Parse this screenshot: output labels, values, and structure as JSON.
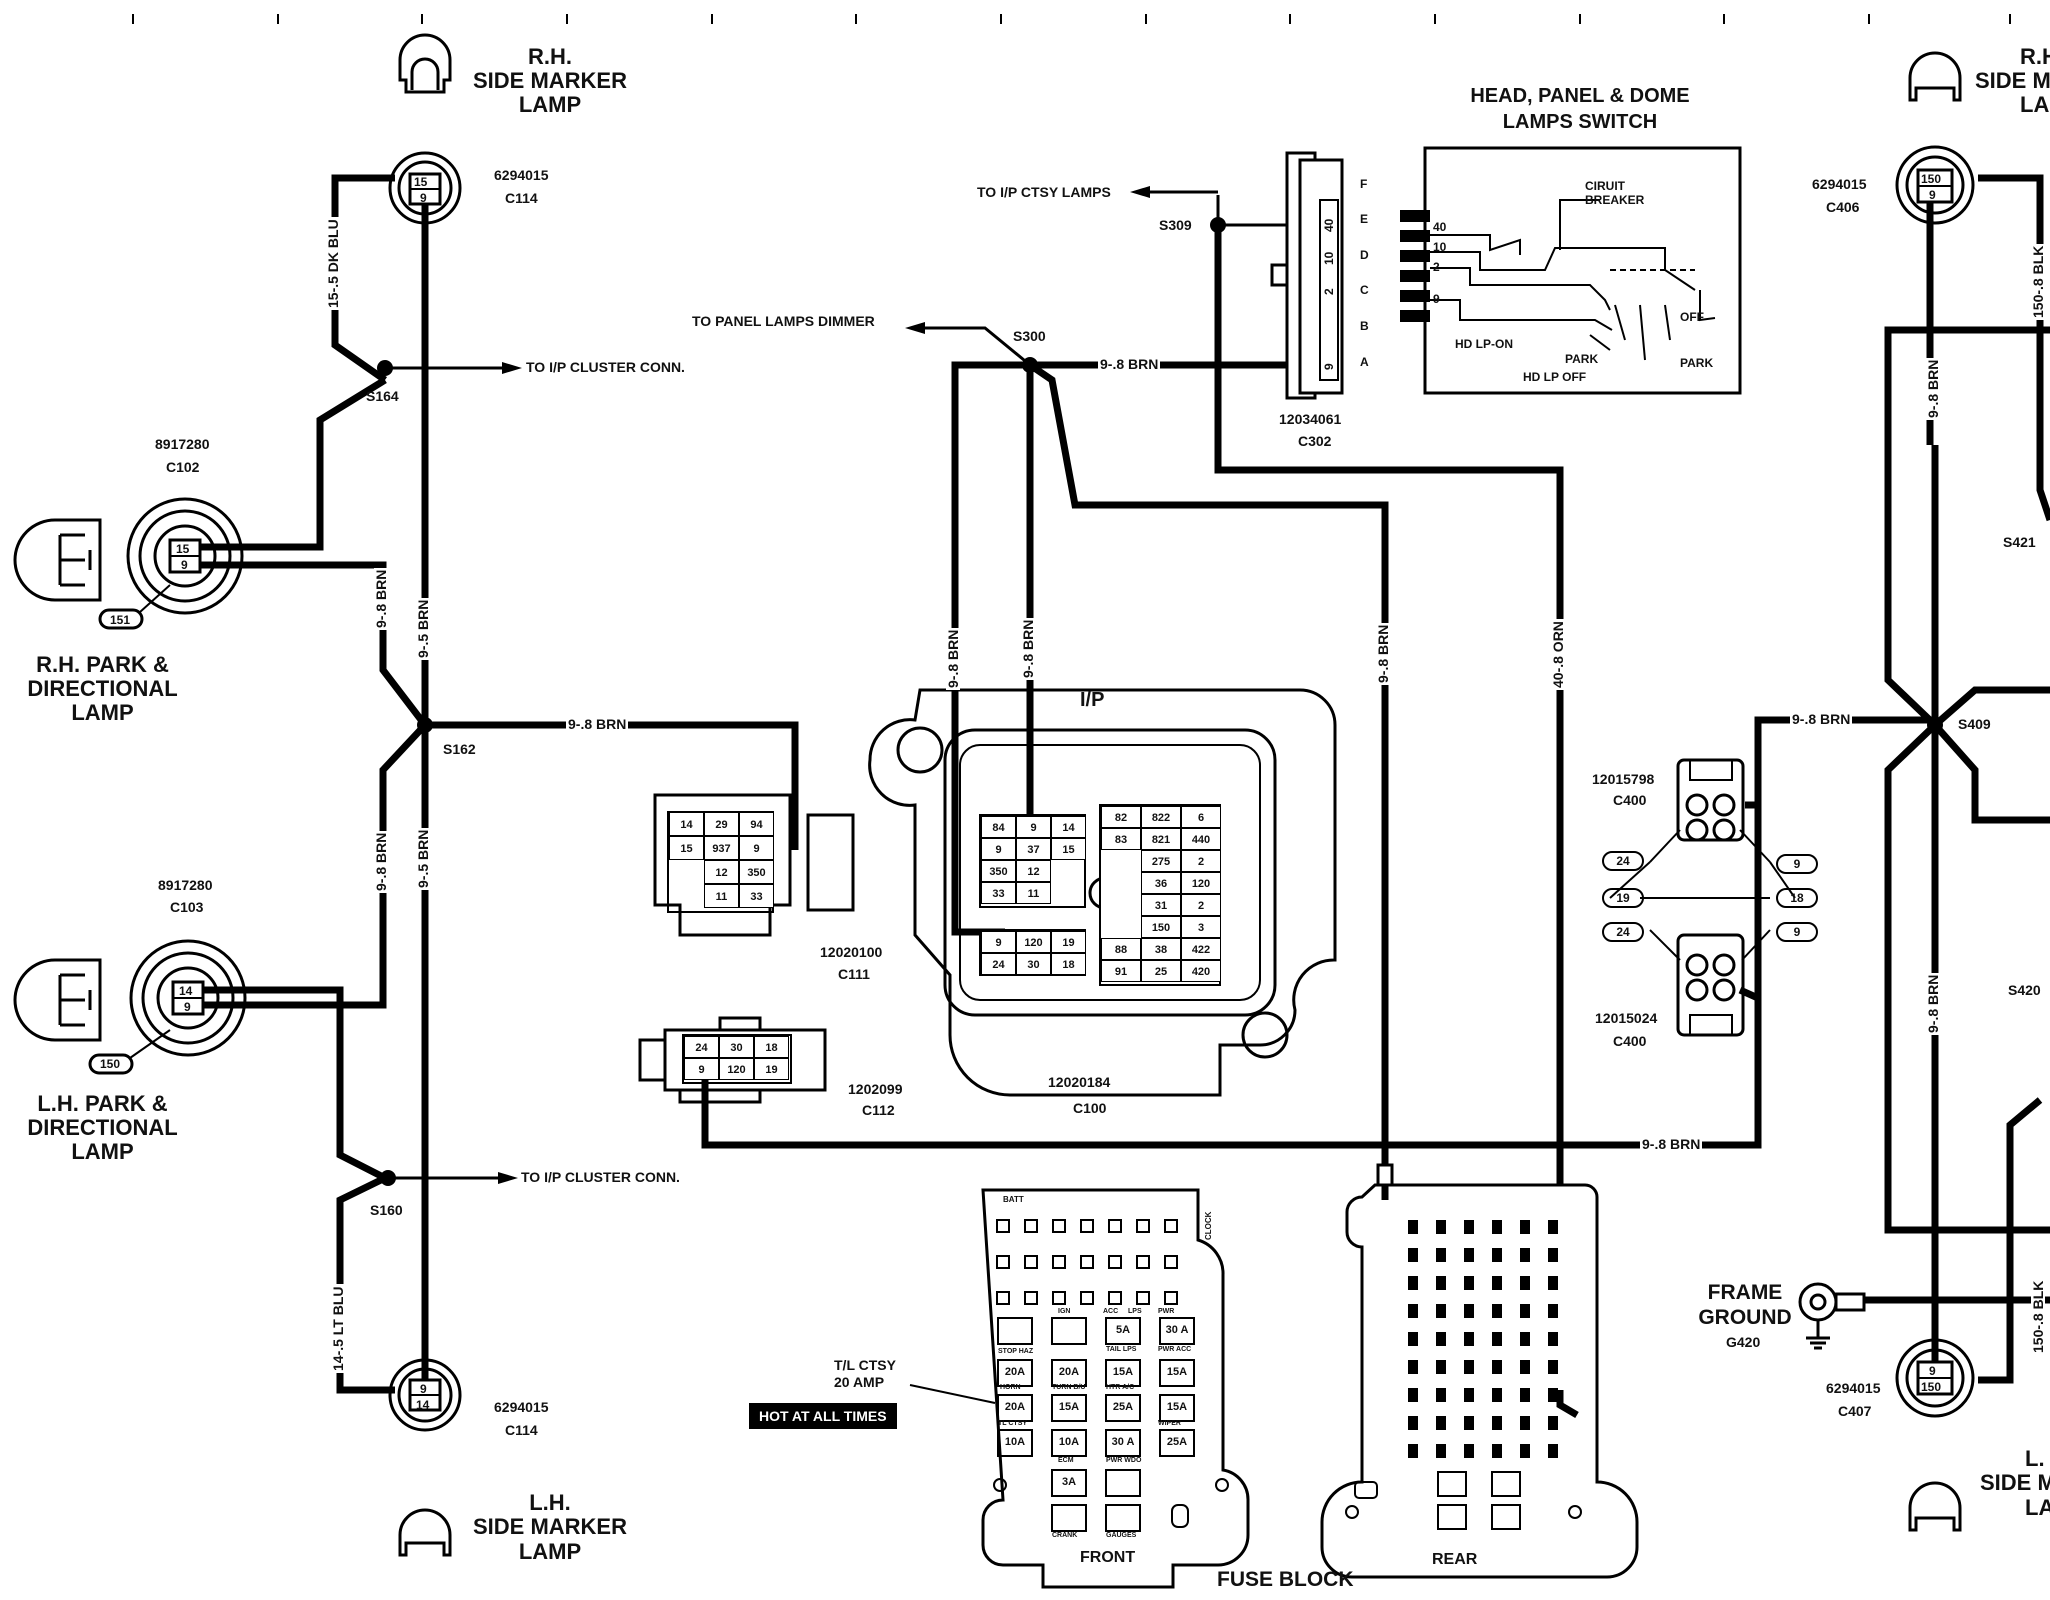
{
  "components": {
    "rh_side_marker_top": {
      "line1": "R.H.",
      "line2": "SIDE MARKER",
      "line3": "LAMP",
      "part": "6294015",
      "conn": "C114",
      "pin_a": "15",
      "pin_b": "9"
    },
    "lh_side_marker_bottom": {
      "line1": "L.H.",
      "line2": "SIDE MARKER",
      "line3": "LAMP",
      "part": "6294015",
      "conn": "C114",
      "pin_a": "9",
      "pin_b": "14"
    },
    "rh_park": {
      "line1": "R.H. PARK &",
      "line2": "DIRECTIONAL",
      "line3": "LAMP",
      "part": "8917280",
      "conn": "C102",
      "pin_a": "15",
      "pin_b": "9",
      "bulb": "151"
    },
    "lh_park": {
      "line1": "L.H. PARK &",
      "line2": "DIRECTIONAL",
      "line3": "LAMP",
      "part": "8917280",
      "conn": "C103",
      "pin_a": "14",
      "pin_b": "9",
      "bulb": "150"
    },
    "headlamp_switch": {
      "line1": "HEAD, PANEL & DOME",
      "line2": "LAMPS SWITCH",
      "part": "12034061",
      "conn": "C302",
      "circuit_breaker_1": "CIRUIT",
      "circuit_breaker_2": "BREAKER",
      "hd_lp_on": "HD LP-ON",
      "park": "PARK",
      "hd_lp_off": "HD LP OFF",
      "off": "OFF",
      "park2": "PARK",
      "pins": [
        "40",
        "10",
        "2",
        "9"
      ],
      "letters": [
        "F",
        "E",
        "D",
        "C",
        "B",
        "A"
      ],
      "conn_pins": [
        "40",
        "10",
        "2",
        "9"
      ]
    },
    "ip": {
      "label": "I/P",
      "part": "12020184",
      "conn": "C100",
      "grid_left": [
        "84",
        "9",
        "14",
        "9",
        "37",
        "15",
        "350",
        "12",
        "33",
        "11"
      ],
      "grid_right": [
        "82",
        "822",
        "6",
        "83",
        "821",
        "440",
        "275",
        "2",
        "36",
        "120",
        "31",
        "2",
        "150",
        "3",
        "88",
        "38",
        "422",
        "91",
        "25",
        "420"
      ],
      "grid_bottom": [
        "9",
        "120",
        "19",
        "24",
        "30",
        "18"
      ]
    },
    "c111": {
      "part": "12020100",
      "conn": "C111",
      "cells": [
        "14",
        "29",
        "94",
        "15",
        "937",
        "9",
        "12",
        "350",
        "11",
        "33"
      ]
    },
    "c112": {
      "part": "1202099",
      "conn": "C112",
      "cells": [
        "24",
        "30",
        "18",
        "9",
        "120",
        "19"
      ]
    },
    "c400_top": {
      "part": "12015798",
      "conn": "C400"
    },
    "c400_bottom": {
      "part": "12015024",
      "conn": "C400"
    },
    "c400_pins": [
      "24",
      "19",
      "24",
      "9",
      "18",
      "9"
    ],
    "frame_ground": {
      "line1": "FRAME",
      "line2": "GROUND",
      "id": "G420"
    },
    "rh_side_marker_right": {
      "line1": "R.H.",
      "line2": "SIDE M",
      "line3": "LA",
      "part": "6294015",
      "conn": "C406",
      "pin_a": "150",
      "pin_b": "9"
    },
    "lh_side_marker_right": {
      "line1": "L.",
      "line2": "SIDE M",
      "line3": "LA",
      "part": "6294015",
      "conn": "C407",
      "pin_a": "9",
      "pin_b": "150"
    }
  },
  "splices": {
    "s164": "S164",
    "s162": "S162",
    "s160": "S160",
    "s300": "S300",
    "s309": "S309",
    "s409": "S409",
    "s421": "S421",
    "s420": "S420"
  },
  "wires": {
    "w_15_5_dkblu": "15-.5 DK BLU",
    "w_9_8brn_a": "9-.8 BRN",
    "w_9_5brn_a": "9-.5 BRN",
    "w_9_8brn_b": "9-.8 BRN",
    "w_9_5brn_b": "9-.5 BRN",
    "w_14_5_ltblu": "14-.5 LT BLU",
    "w_s162_brn": "9-.8 BRN",
    "w_s300_brn": "9-.8 BRN",
    "w_ip_brn1": "9-.8 BRN",
    "w_ip_brn2": "9-.8 BRN",
    "w_fuse_brn": "9-.8 BRN",
    "w_40_8orn": "40-.8 ORN",
    "w_bottom_brn": "9-.8 BRN",
    "w_s409_brn": "9-.8 BRN",
    "w_right_brn_top": "9-.8 BRN",
    "w_right_brn_bot": "9-.8 BRN",
    "w_150_blk_top": "150-.8 BLK",
    "w_150_blk_bot": "150-.8 BLK"
  },
  "destinations": {
    "ip_cluster_top": "TO I/P CLUSTER CONN.",
    "ip_cluster_bottom": "TO I/P CLUSTER CONN.",
    "panel_dimmer": "TO PANEL LAMPS DIMMER",
    "ip_ctsy": "TO I/P CTSY LAMPS"
  },
  "fuse_block": {
    "title": "FUSE BLOCK",
    "front": "FRONT",
    "rear": "REAR",
    "tl_ctsy_1": "T/L CTSY",
    "tl_ctsy_2": "20 AMP",
    "hot": "HOT AT ALL TIMES",
    "batt": "BATT",
    "clock": "CLOCK",
    "fuses": [
      "5A",
      "30 A",
      "20A",
      "20A",
      "15A",
      "15A",
      "20A",
      "15A",
      "25A",
      "15A",
      "10A",
      "10A",
      "30 A",
      "25A",
      "3A"
    ],
    "small_labels": [
      "IGN",
      "ACC",
      "LPS",
      "PWR",
      "TAIL LPS",
      "PWR ACC",
      "TURN B/U",
      "HORN",
      "TL CTSY",
      "WIPER",
      "ECM",
      "PWR WDO",
      "CRANK",
      "GAUGES",
      "STOP HAZ",
      "HTR A/C"
    ]
  }
}
